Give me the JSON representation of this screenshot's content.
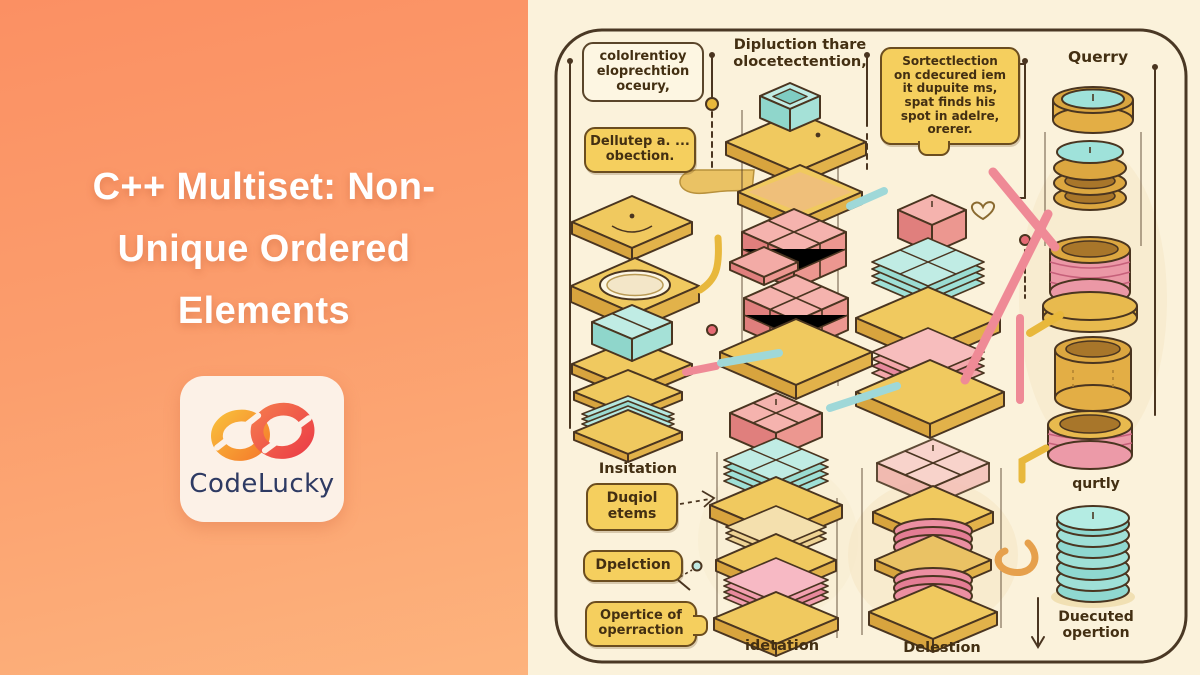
{
  "left_panel": {
    "title_lines": [
      "C++ Multiset: Non-",
      "Unique Ordered",
      "Elements"
    ],
    "brand": "CodeLucky",
    "colors": {
      "bg_gradient_top": "#fb9063",
      "bg_gradient_bottom": "#fdb37d",
      "title_text": "#ffffff",
      "card_bg": "#fcf1e7",
      "brand_text": "#2e3a63",
      "logo_loop_left": "#f6992e",
      "logo_loop_right": "#f15248"
    }
  },
  "illustration": {
    "colors": {
      "panel_bg": "#fbf2db",
      "frame_stroke": "#4a3824",
      "callout_bg": "#f5cf5e",
      "callout_border": "#6b4d1f",
      "label_text": "#432f12",
      "yellow_block": "#f0c95f",
      "pink_block": "#f5b3ae",
      "cyan_block": "#9fe0d7",
      "gold_cylinder": "#dca740"
    },
    "callouts": {
      "top_left_note": "cololrentioy\neloprechtion\noceury,",
      "dellutep": "Dellutep a. ...\nobection.",
      "sortect": "Sortectlection\non cdecured iem\nit dupuite ms,\nspat finds his\nspot in adelre,\norerer.",
      "duqiol": "Duqiol\netems",
      "dpelction": "Dpelction",
      "opertice": "Opertice of\noperraction"
    },
    "labels": {
      "dipluction": "Dipluction thare\nolocetectention,",
      "querry": "Querry",
      "insitation": "Insitation",
      "idetation": "idetation",
      "delestion": "Delestion",
      "qurtly": "qurtly",
      "duecuted": "Duecuted\nopertion"
    }
  }
}
